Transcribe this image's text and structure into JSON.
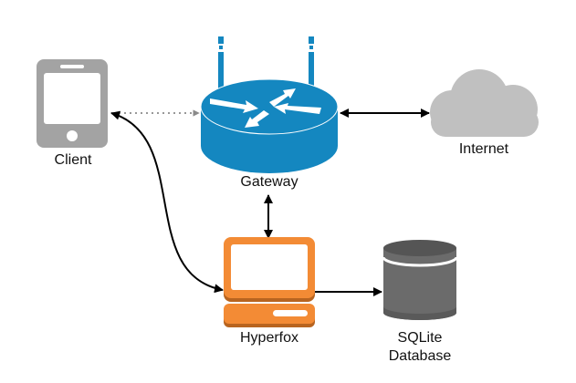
{
  "nodes": {
    "client": {
      "label": "Client",
      "icon": "smartphone-icon",
      "color": "#a3a3a3"
    },
    "gateway": {
      "label": "Gateway",
      "icon": "router-icon",
      "color": "#1487c0"
    },
    "internet": {
      "label": "Internet",
      "icon": "cloud-icon",
      "color": "#c0c0c0"
    },
    "hyperfox": {
      "label": "Hyperfox",
      "icon": "computer-icon",
      "color": "#f38b35"
    },
    "database": {
      "label_line1": "SQLite",
      "label_line2": "Database",
      "icon": "database-icon",
      "color": "#6b6b6b"
    }
  },
  "edges": [
    {
      "from": "client",
      "to": "gateway",
      "style": "dotted",
      "direction": "forward"
    },
    {
      "from": "gateway",
      "to": "internet",
      "style": "solid",
      "direction": "both"
    },
    {
      "from": "gateway",
      "to": "hyperfox",
      "style": "solid",
      "direction": "both"
    },
    {
      "from": "client",
      "to": "hyperfox",
      "style": "solid-curve",
      "direction": "both"
    },
    {
      "from": "hyperfox",
      "to": "database",
      "style": "solid",
      "direction": "forward"
    }
  ]
}
